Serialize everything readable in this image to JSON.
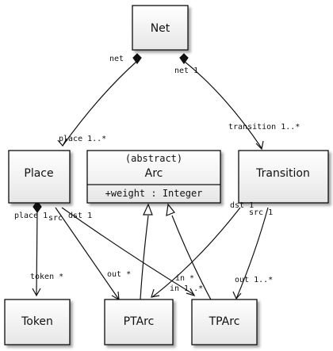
{
  "diagram": {
    "classes": {
      "net": "Net",
      "place": "Place",
      "transition": "Transition",
      "arc_stereotype": "(abstract)",
      "arc": "Arc",
      "arc_attribute": "+weight : Integer",
      "token": "Token",
      "ptarc": "PTArc",
      "tparc": "TPArc"
    },
    "roles": {
      "net_left": "net",
      "net_right": "net 1",
      "place_top": "place 1..*",
      "transition_top": "transition 1..*",
      "place_bottom": "place 1",
      "place_src": "src",
      "place_dst": "dst 1",
      "token": "token *",
      "place_out": "out *",
      "tp_in": "in *",
      "pt_in": "in 1..*",
      "transition_dst": "dst 1",
      "transition_src": "src 1",
      "transition_out": "out 1..*"
    }
  }
}
